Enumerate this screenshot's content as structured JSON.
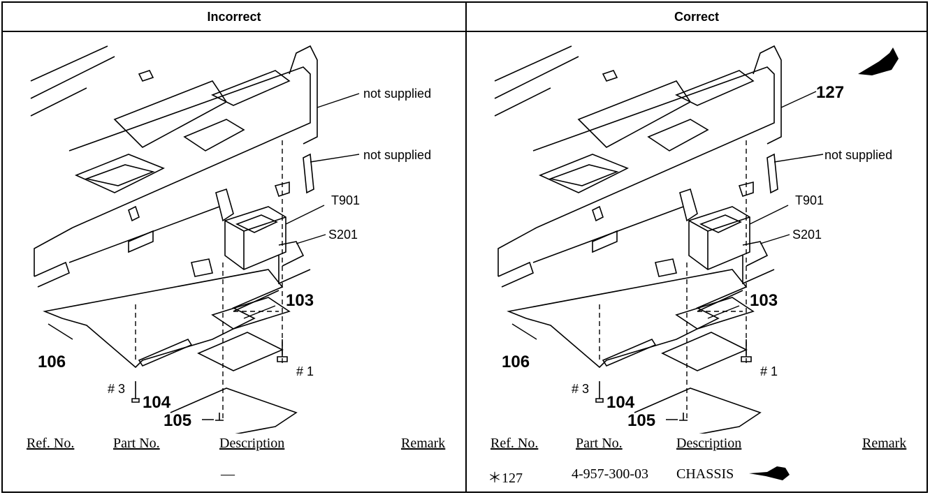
{
  "left": {
    "heading": "Incorrect",
    "callouts": {
      "not_supplied_1": "not supplied",
      "not_supplied_2": "not supplied",
      "t901": "T901",
      "s201": "S201",
      "r103": "103",
      "r106": "106",
      "s1": "# 1",
      "s3": "# 3",
      "r104": "104",
      "r105": "105"
    },
    "columns": {
      "ref": "Ref. No.",
      "part": "Part No.",
      "desc": "Description",
      "remark": "Remark"
    },
    "row": {
      "desc": "—"
    }
  },
  "right": {
    "heading": "Correct",
    "callouts": {
      "r127": "127",
      "not_supplied": "not supplied",
      "t901": "T901",
      "s201": "S201",
      "r103": "103",
      "r106": "106",
      "s1": "# 1",
      "s3": "# 3",
      "r104": "104",
      "r105": "105"
    },
    "columns": {
      "ref": "Ref. No.",
      "part": "Part No.",
      "desc": "Description",
      "remark": "Remark"
    },
    "row": {
      "ref": "＊127",
      "part": "4-957-300-03",
      "desc": "CHASSIS"
    }
  },
  "icons": [
    "pointing-hand-icon"
  ]
}
